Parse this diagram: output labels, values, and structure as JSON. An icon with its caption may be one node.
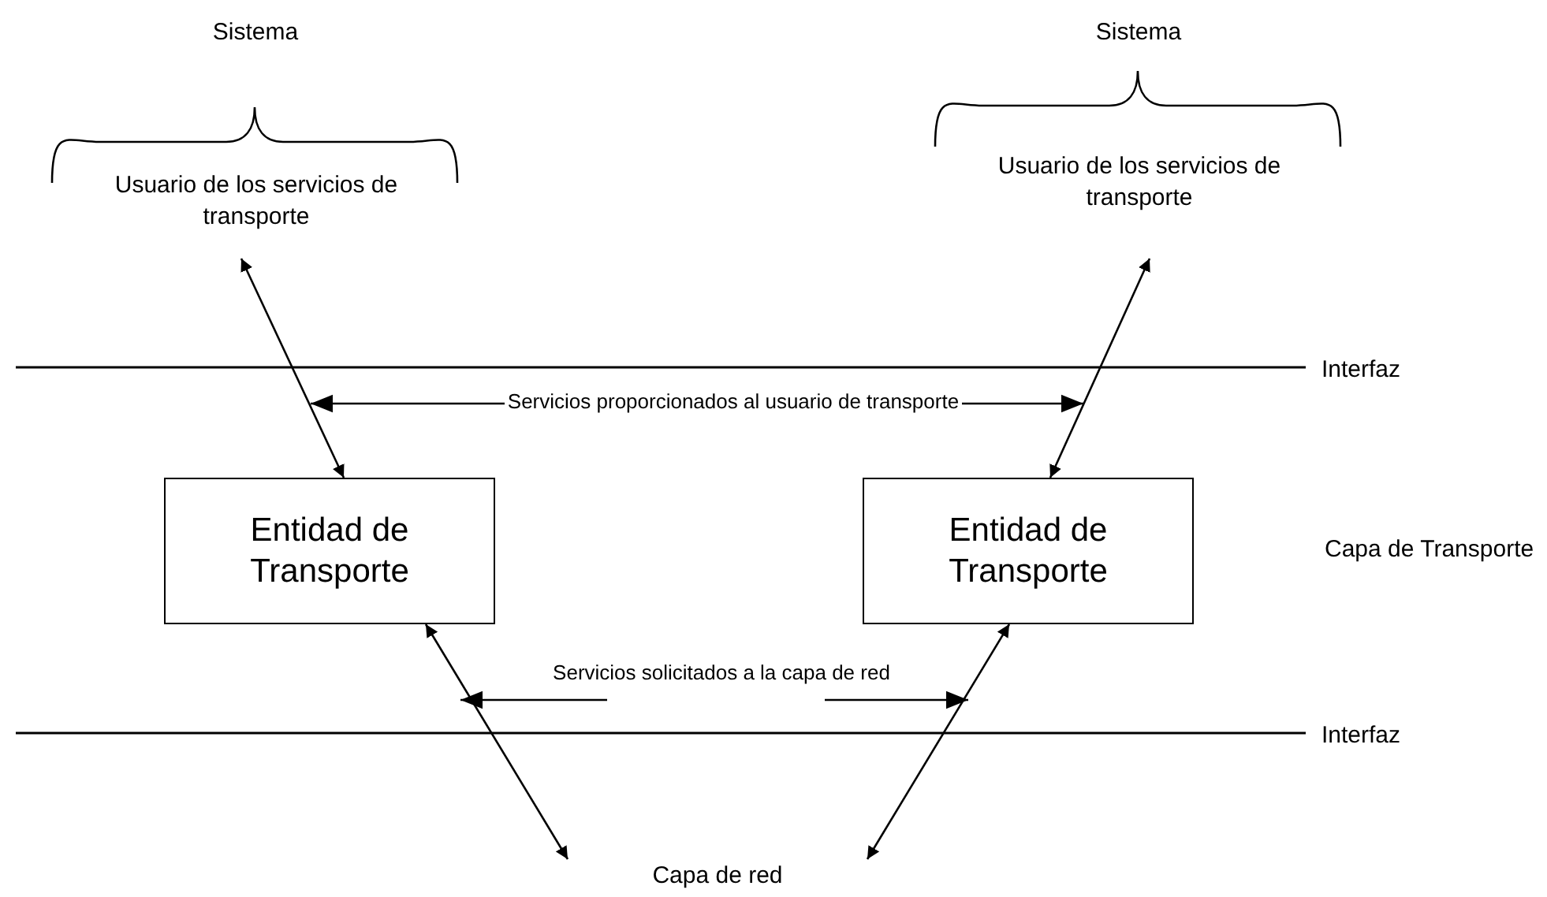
{
  "diagram": {
    "nodes": [
      {
        "text": [
          "Usuario de los servicios de transporte"
        ]
      },
      {
        "text": [
          "Usuario de los servicios de transporte"
        ]
      },
      {
        "text": [
          "Entidad de Transporte"
        ]
      },
      {
        "text": [
          "Entidad de Transporte"
        ]
      },
      {
        "text": [
          "Capa de red"
        ]
      }
    ],
    "edges": [
      {
        "from": 0,
        "to": 2,
        "arrow": "both"
      },
      {
        "from": 1,
        "to": 3,
        "arrow": "both"
      },
      {
        "from": 2,
        "to": 4,
        "arrow": "both"
      },
      {
        "from": 3,
        "to": 4,
        "arrow": "both"
      }
    ],
    "labels": [
      "Sistema",
      "Sistema",
      "Interfaz",
      "Servicios proporcionados al usuario de transporte",
      "Capa de Transporte",
      "Servicios solicitados a la capa de red",
      "Interfaz"
    ]
  }
}
